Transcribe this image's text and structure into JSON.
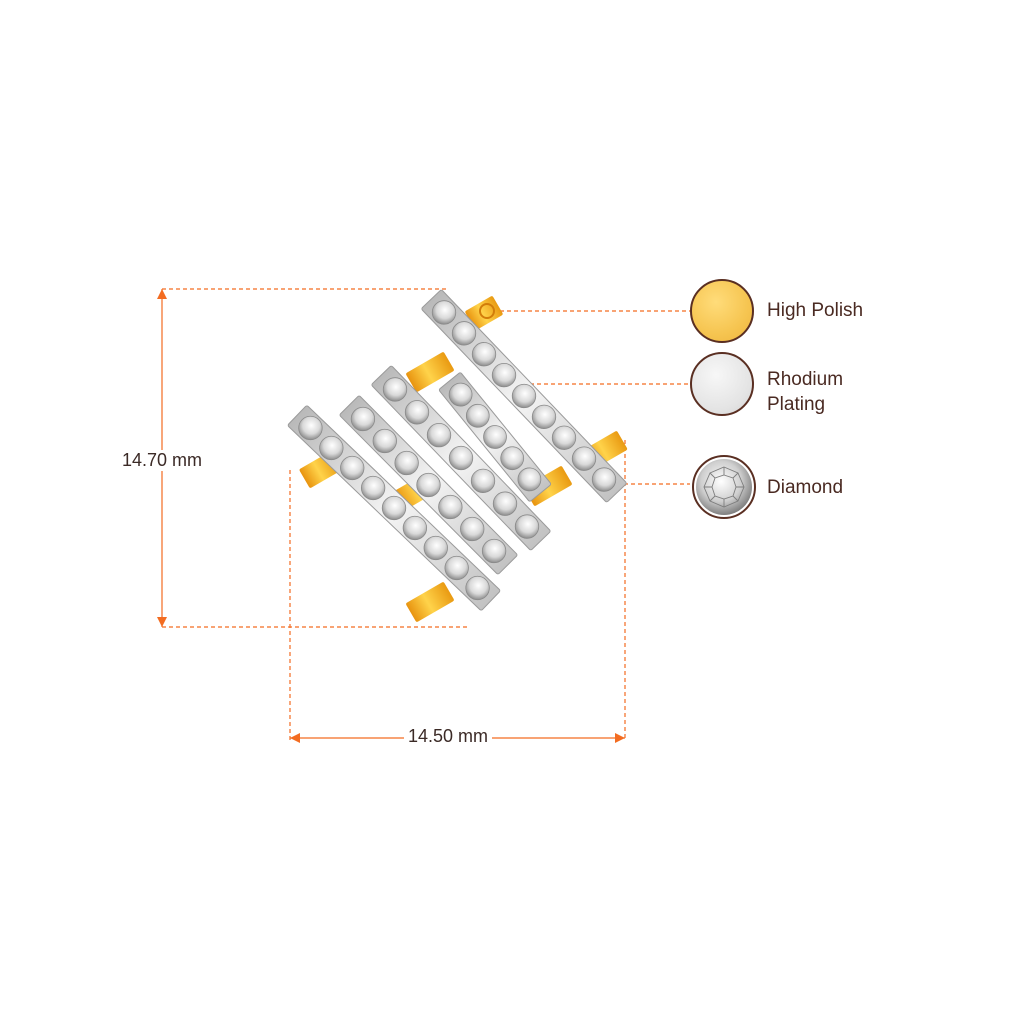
{
  "dimensions": {
    "height": "14.70 mm",
    "width": "14.50 mm"
  },
  "legend": [
    {
      "label_line1": "High Polish",
      "label_line2": "",
      "icon": "gold-polish-swatch",
      "color": "#f7c85a"
    },
    {
      "label_line1": "Rhodium",
      "label_line2": "Plating",
      "icon": "rhodium-swatch",
      "color": "#e6e6e6"
    },
    {
      "label_line1": "Diamond",
      "label_line2": "",
      "icon": "diamond-swatch",
      "color": "#d8d8d8"
    }
  ],
  "colors": {
    "dimension_line": "#f36c21",
    "gold": "#f5b52a",
    "rhodium": "#cfcfcf",
    "text": "#4a2a22"
  }
}
